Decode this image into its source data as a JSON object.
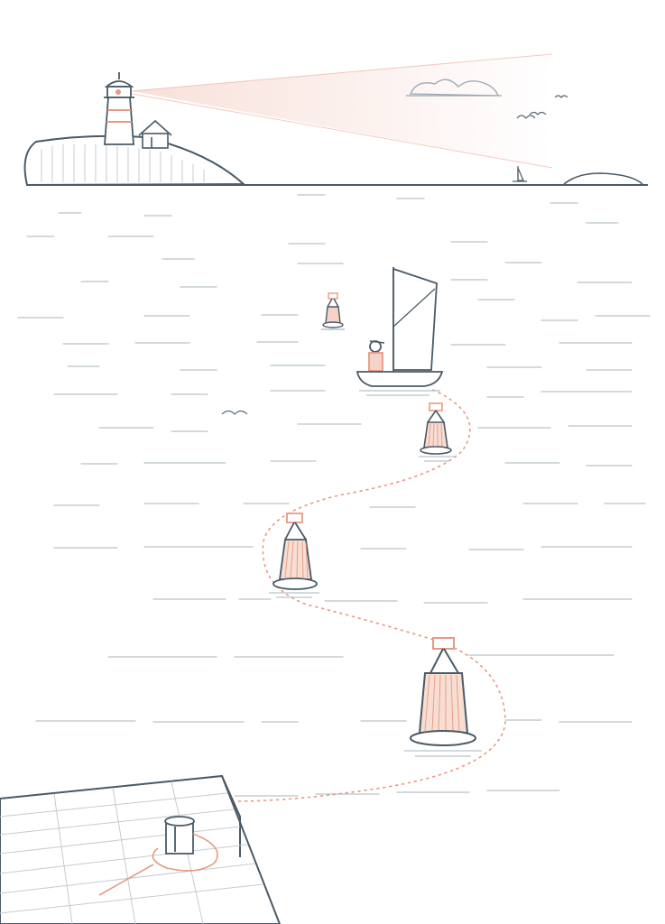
{
  "scene": {
    "description_visible_text": "",
    "colors": {
      "ink": "#4a5a66",
      "ink_light": "#b9c3ca",
      "accent": "#e79a82",
      "accent_light": "#f5d3c6",
      "background": "#ffffff"
    },
    "elements": [
      "lighthouse",
      "cottage",
      "headland",
      "light-beam",
      "clouds",
      "birds",
      "distant-sailboat",
      "distant-island",
      "sailboat-with-sailor",
      "buoys",
      "dotted-course",
      "wooden-dock",
      "mooring-rope"
    ]
  }
}
